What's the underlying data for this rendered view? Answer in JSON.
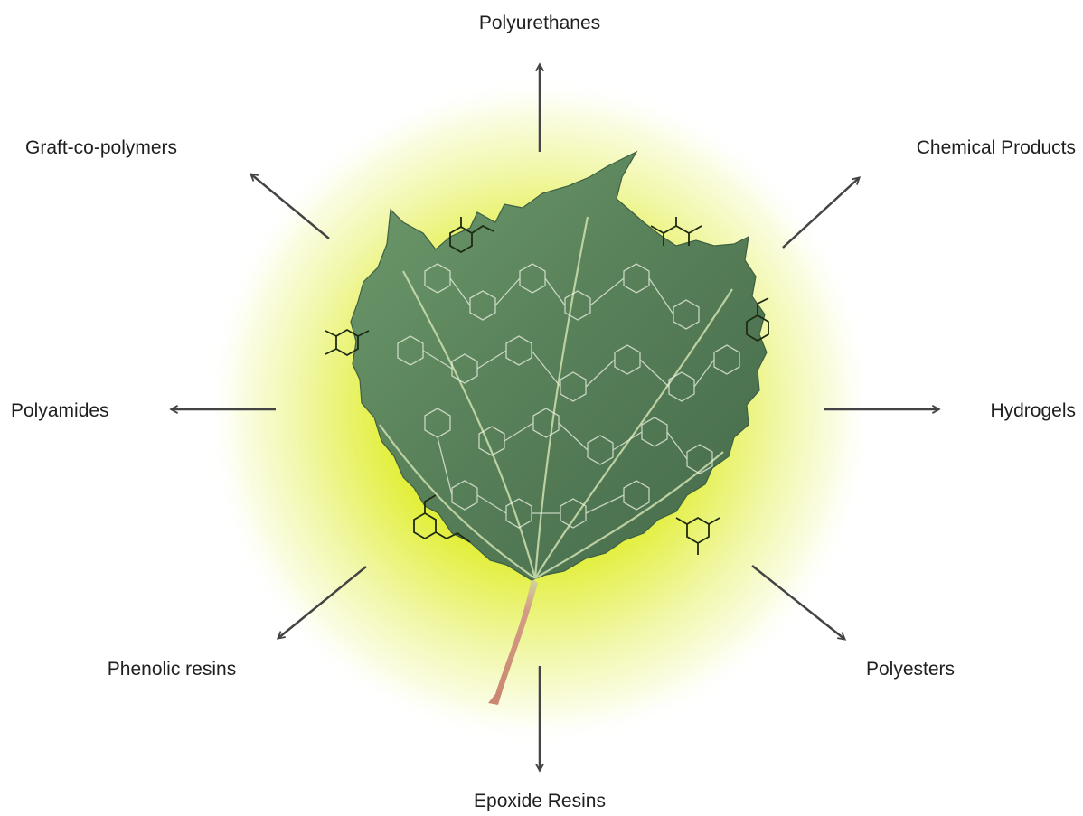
{
  "diagram": {
    "center_graphic": "leaf-with-lignin-structure",
    "colors": {
      "glow_center": "#dcec1c",
      "glow_edge": "#ffffff",
      "leaf": "#5e8a60",
      "leaf_vein": "#cfe0b0",
      "stem": "#d08a78",
      "arrow": "#444444",
      "text": "#1f1f1f"
    },
    "products": [
      {
        "id": "polyurethanes",
        "label": "Polyurethanes"
      },
      {
        "id": "chemical-products",
        "label": "Chemical Products"
      },
      {
        "id": "hydrogels",
        "label": "Hydrogels"
      },
      {
        "id": "polyesters",
        "label": "Polyesters"
      },
      {
        "id": "epoxide-resins",
        "label": "Epoxide Resins"
      },
      {
        "id": "phenolic-resins",
        "label": "Phenolic resins"
      },
      {
        "id": "polyamides",
        "label": "Polyamides"
      },
      {
        "id": "graft-co-polymers",
        "label": "Graft-co-polymers"
      }
    ]
  }
}
